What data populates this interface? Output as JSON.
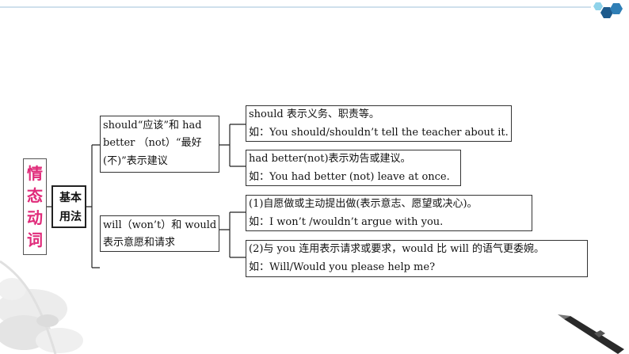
{
  "title": {
    "chars": [
      "情",
      "态",
      "动",
      "词"
    ]
  },
  "subtitle": {
    "line1": "基本",
    "line2": "用法"
  },
  "branches": [
    {
      "label_lines": [
        "should“应该”和 had",
        "better （not）“最好",
        "(不)”表示建议"
      ],
      "items": [
        {
          "line1": "should 表示义务、职责等。",
          "line2": "如：You should/shouldn’t tell the teacher about it."
        },
        {
          "line1": "had better(not)表示劝告或建议。",
          "line2": "如：You had better (not) leave at once."
        }
      ]
    },
    {
      "label_lines": [
        "will（won’t）和 would",
        "表示意愿和请求"
      ],
      "items": [
        {
          "line1": "(1)自愿做或主动提出做(表示意志、愿望或决心)。",
          "line2": "如：I won’t /wouldn’t argue with you."
        },
        {
          "line1": "(2)与 you 连用表示请求或要求，would 比 will 的语气更委婉。",
          "line2": "如：Will/Would you please help me?"
        }
      ]
    }
  ]
}
